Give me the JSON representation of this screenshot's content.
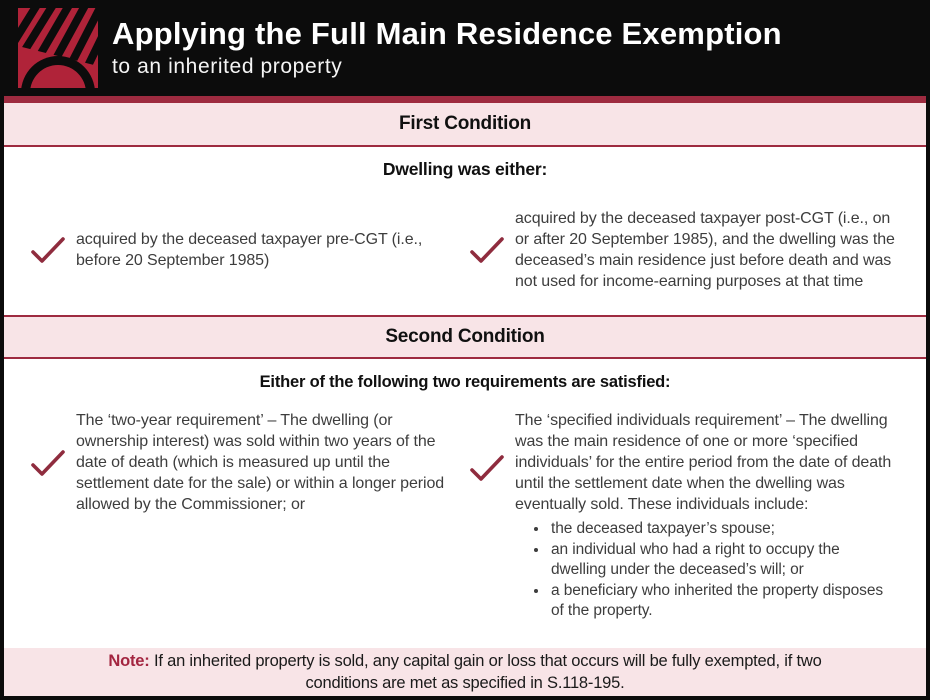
{
  "header": {
    "title": "Applying the Full Main Residence Exemption",
    "subtitle": "to an inherited property"
  },
  "logo": {
    "name": "sunrise-rays-logo"
  },
  "colors": {
    "header_bg": "#0c0c0c",
    "accent_red": "#9e2b40",
    "band_pink": "#f8e4e7",
    "checkmark_red": "#8f2c3e",
    "note_label_red": "#a32540",
    "logo_red": "#b02339",
    "body_text": "#3d3d3d"
  },
  "sections": [
    {
      "band_label": "First Condition",
      "heading": "Dwelling was either:",
      "items": [
        {
          "text": "acquired by the deceased taxpayer pre-CGT (i.e., before 20 September 1985)"
        },
        {
          "text": "acquired by the deceased taxpayer post-CGT (i.e., on or after 20 September 1985), and the dwelling was the deceased’s main residence just before death and was not used for income-earning purposes at that time"
        }
      ]
    },
    {
      "band_label": "Second Condition",
      "heading": "Either of the following two requirements are satisfied:",
      "items": [
        {
          "text": "The ‘two-year requirement’ – The dwelling (or ownership interest) was sold within two years of the date of death (which is measured up until the settlement date for the sale) or within a longer period allowed by the Commissioner; or"
        },
        {
          "text": "The ‘specified individuals requirement’ – The dwelling was the main residence of one or more ‘specified individuals’ for the entire period from the date of death until the settlement date when the dwelling was eventually sold. These individuals include:",
          "bullets": [
            "the deceased taxpayer’s spouse;",
            "an individual who had a right to occupy the dwelling under the deceased’s will; or",
            "a beneficiary who inherited the property disposes of the property."
          ]
        }
      ]
    }
  ],
  "note": {
    "label": "Note:",
    "text": " If an inherited property is sold, any capital gain or loss that occurs will be fully exempted, if two conditions are met as specified in S.118-195."
  }
}
